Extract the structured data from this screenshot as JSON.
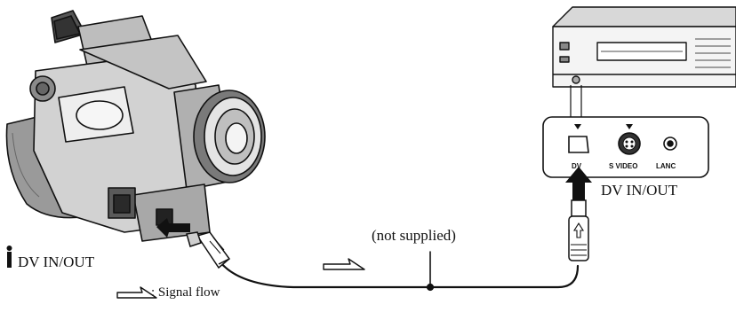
{
  "diagram": {
    "labels": {
      "camcorder_port": "DV IN/OUT",
      "deck_port": "DV IN/OUT",
      "cable_note": "(not supplied)",
      "legend": ": Signal flow"
    },
    "jacks": {
      "dv": "DV",
      "s_video": "S VIDEO",
      "lanc": "LANC"
    }
  }
}
